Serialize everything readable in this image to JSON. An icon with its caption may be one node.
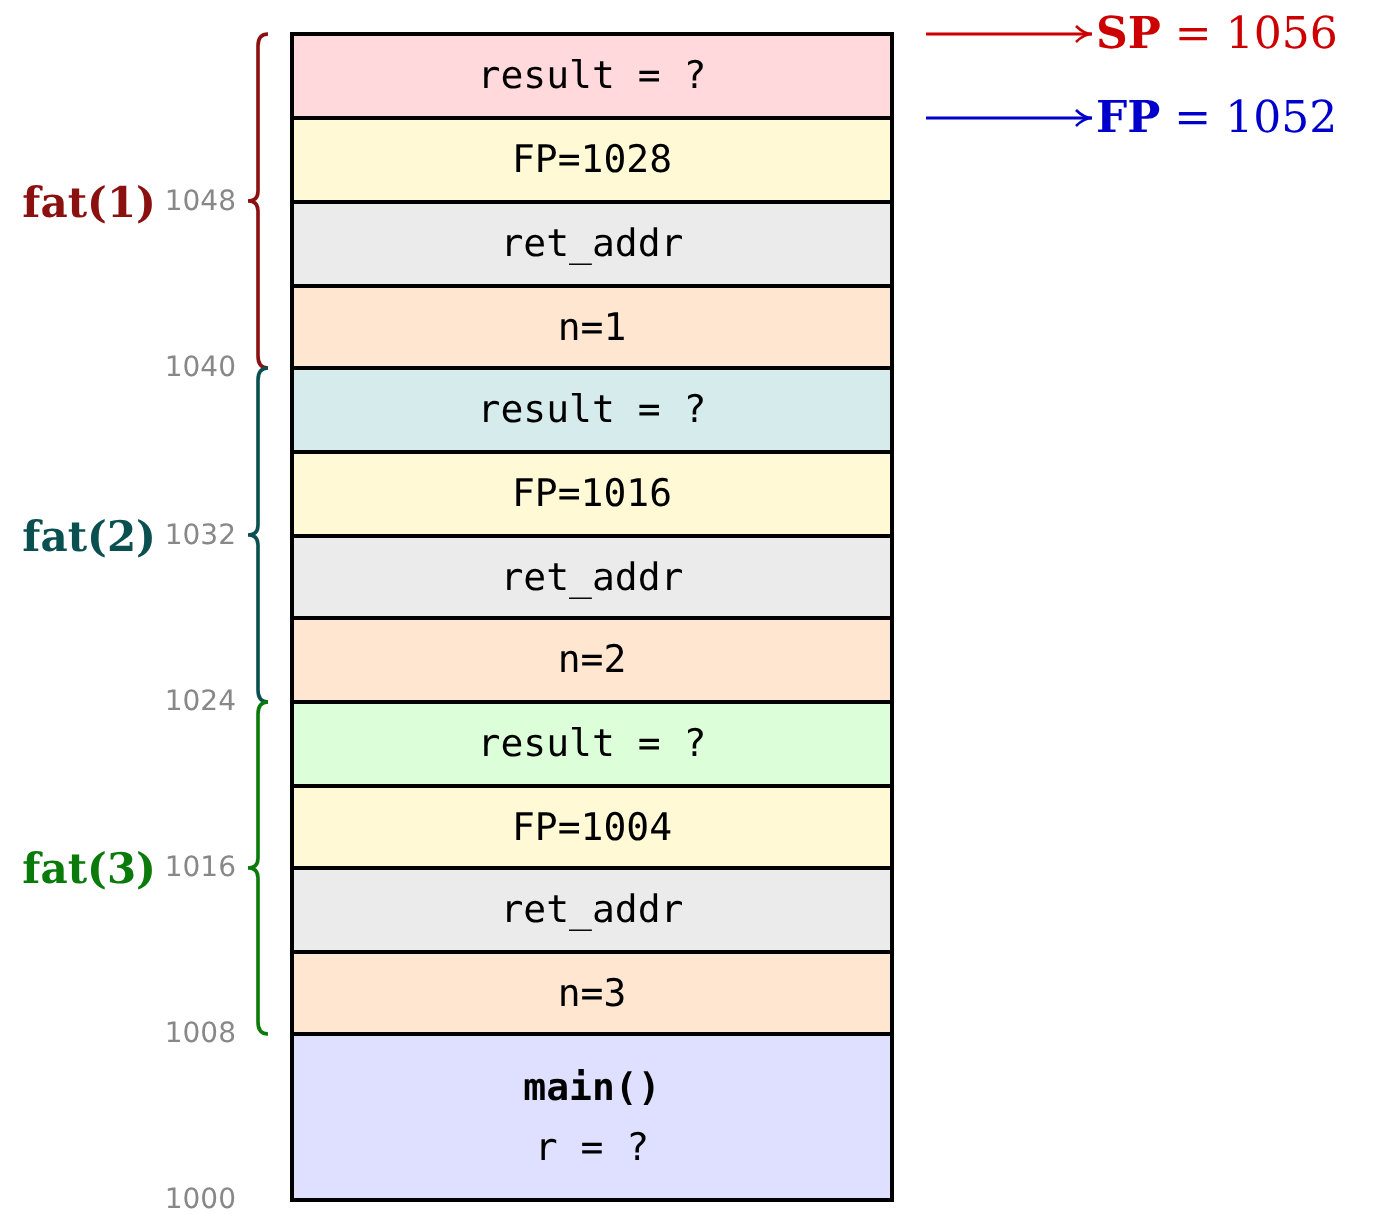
{
  "diagram": {
    "nodes": [
      {
        "text": [
          "result = ?"
        ]
      },
      {
        "text": [
          "FP=1028"
        ]
      },
      {
        "text": [
          "ret_addr"
        ]
      },
      {
        "text": [
          "n=1"
        ]
      },
      {
        "text": [
          "result = ?"
        ]
      },
      {
        "text": [
          "FP=1016"
        ]
      },
      {
        "text": [
          "ret_addr"
        ]
      },
      {
        "text": [
          "n=2"
        ]
      },
      {
        "text": [
          "result = ?"
        ]
      },
      {
        "text": [
          "FP=1004"
        ]
      },
      {
        "text": [
          "ret_addr"
        ]
      },
      {
        "text": [
          "n=3"
        ]
      },
      {
        "text": [
          "main()",
          "r = ?"
        ]
      },
      {
        "text": [
          "**SP** = 1056"
        ]
      },
      {
        "text": [
          "**FP** = 1052"
        ]
      }
    ],
    "edges": [
      {
        "from": null,
        "to": 13,
        "arrow": "to",
        "color": "#cc0000"
      },
      {
        "from": null,
        "to": 14,
        "arrow": "to",
        "color": "#0000cc"
      }
    ],
    "labels": [
      "fat(1)",
      "1048",
      "1040",
      "fat(2)",
      "1032",
      "1024",
      "fat(3)",
      "1016",
      "1008",
      "1000"
    ]
  }
}
